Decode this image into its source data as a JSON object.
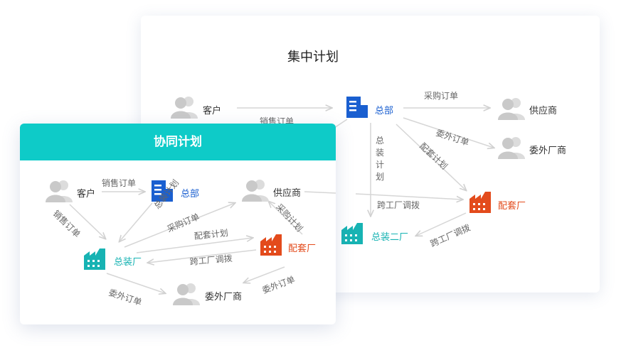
{
  "centralized": {
    "title": "集中计划",
    "nodes": {
      "customer": "客户",
      "hq": "总部",
      "supplier": "供应商",
      "outsource": "委外厂商",
      "supporting_plant": "配套厂",
      "assembly_plant_2": "总装二厂"
    },
    "edges": {
      "sales_order": "销售订单",
      "purchase_order": "采购订单",
      "outsource_order": "委外订单",
      "supporting_plan": "配套计划",
      "assembly_plan": "总装计划",
      "cross_plant_transfer_1": "跨工厂调拨",
      "cross_plant_transfer_2": "跨工厂调拨"
    }
  },
  "collaborative": {
    "title": "协同计划",
    "nodes": {
      "customer": "客户",
      "hq": "总部",
      "supplier": "供应商",
      "assembly_plant": "总装厂",
      "supporting_plant": "配套厂",
      "outsource": "委外厂商"
    },
    "edges": {
      "sales_order_top": "销售订单",
      "sales_order_diag": "销售订单",
      "assembly_plan": "总装计划",
      "purchase_order": "采购订单",
      "supporting_plan": "配套计划",
      "cross_plant_transfer": "跨工厂调拨",
      "purchase_plan": "采购计划",
      "outsource_order_left": "委外订单",
      "outsource_order_right": "委外订单"
    }
  },
  "colors": {
    "accent": "#0ecbc8",
    "hq_blue": "#1a5fd0",
    "plant_teal": "#17b3b3",
    "plant_red": "#e34b1c",
    "person_gray": "#c9c9c9",
    "arrow_gray": "#d6d6d6"
  },
  "icons": {
    "person": "person-icon",
    "building": "building-icon",
    "factory": "factory-icon"
  }
}
